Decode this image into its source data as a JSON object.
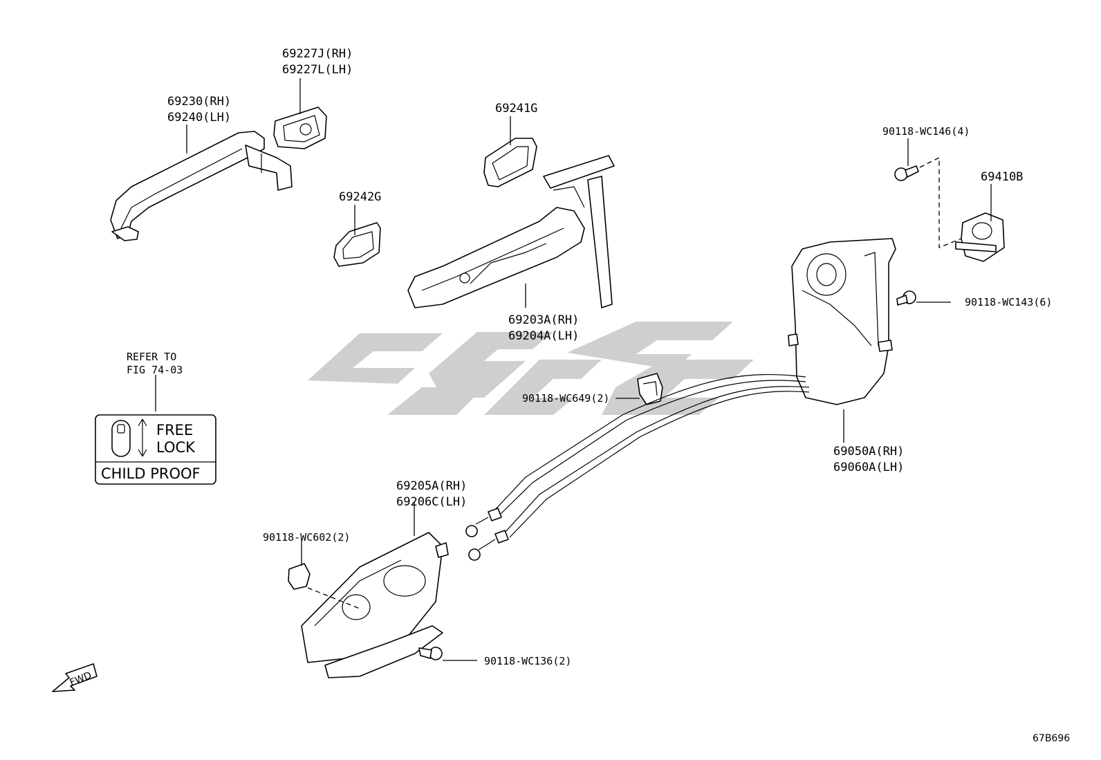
{
  "parts": {
    "outer_handle": [
      "69230(RH)",
      "69240(LH)"
    ],
    "handle_cap": [
      "69227J(RH)",
      "69227L(LH)"
    ],
    "pad_upper": "69241G",
    "pad_lower": "69242G",
    "handle_frame": [
      "69203A(RH)",
      "69204A(LH)"
    ],
    "screw_upper": "90118-WC146(4)",
    "striker": "69410B",
    "screw_mid": "90118-WC143(6)",
    "clip": "90118-WC649(2)",
    "lock_assy": [
      "69050A(RH)",
      "69060A(LH)"
    ],
    "inner_handle": [
      "69205A(RH)",
      "69206C(LH)"
    ],
    "clip_lower": "90118-WC602(2)",
    "screw_lower": "90118-WC136(2)"
  },
  "refer": {
    "line1": "REFER TO",
    "line2": "FIG 74-03"
  },
  "child_proof": {
    "free": "FREE",
    "lock": "LOCK",
    "label": "CHILD PROOF"
  },
  "fwd": "FWD",
  "figure_code": "67B696"
}
